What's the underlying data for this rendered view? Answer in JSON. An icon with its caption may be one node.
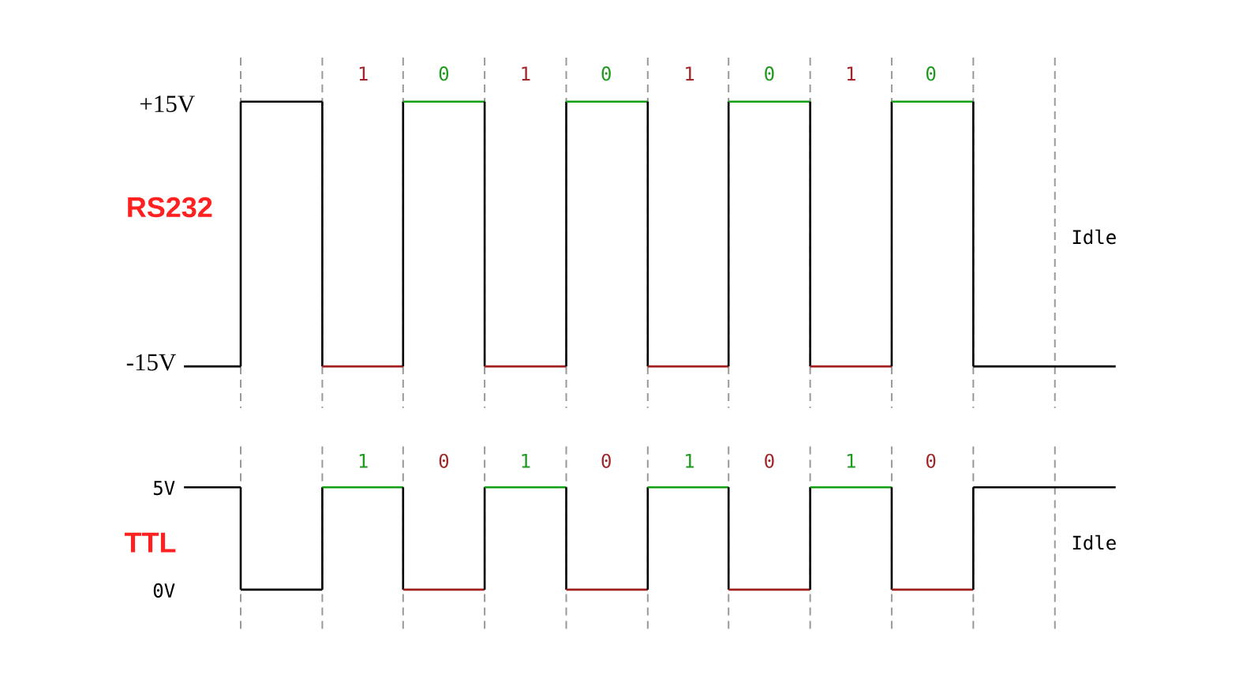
{
  "diagram": {
    "labels": [
      "1",
      "0",
      "1",
      "0",
      "1",
      "0",
      "1",
      "0",
      "+15V",
      "RS232",
      "Idle",
      "-15V",
      "1",
      "0",
      "1",
      "0",
      "1",
      "0",
      "1",
      "0",
      "5V",
      "TTL",
      "Idle",
      "0V"
    ]
  }
}
